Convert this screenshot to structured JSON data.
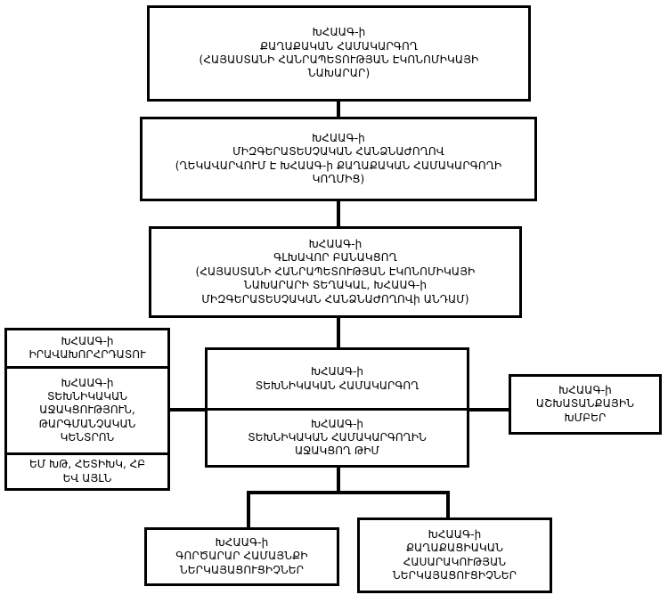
{
  "diagram": {
    "title": "ԽՀԱԱԳ կառուցվածքային սխեմա",
    "acronym": "ԽՀԱԱԳ",
    "orientation": "top-down",
    "line_color": "#000000",
    "box_border_color": "#000000",
    "box_fill_color": "#ffffff",
    "text_color": "#000000"
  },
  "nodes": {
    "political_leader": {
      "id": "political-leader",
      "text": "ԽՀԱԱԳ-ի\nՔԱՂԱՔԱԿԱՆ ՀԱՄԱԿԱՐԳՈՂ\n(ՀԱՅԱՍՏԱՆԻ ՀԱՆՐԱՊԵՏՈՒԹՅԱՆ ԷԿՈՆՈՄԻԿԱՅԻ\nՆԱԽԱՐԱՐ)"
    },
    "interagency_council": {
      "id": "interagency-council",
      "text": "ԽՀԱԱԳ-ի\nՄԻԶԳԵՐԱՏԵՍՉԱԿԱՆ ՀԱՆՁՆԱԺՈՂՈՎ\n(ՂԵԿԱՎԱՐՎՈՒՄ Է ԽՀԱԱԳ-ի ՔԱՂԱՔԱԿԱՆ ՀԱՄԱԿԱՐԳՈՂԻ\nԿՈՂՄԻՑ)"
    },
    "chief_negotiator": {
      "id": "chief-negotiator",
      "text": "ԽՀԱԱԳ-ի\nԳԼԽԱՎՈՐ ԲԱՆԱԿՑՈՂ\n(ՀԱՅԱՍՏԱՆԻ ՀԱՆՐԱՊԵՏՈՒԹՅԱՆ ԷԿՈՆՈՄԻԿԱՅԻ\nՆԱԽԱՐԱՐԻ ՏԵՂԱԿԱԼ, ԽՀԱԱԳ-ի\nՄԻԶԳԵՐԱՏԵՍՉԱԿԱՆ ՀԱՆՁՆԱԺՈՂՈՎի ԱՆԴԱՄ)"
    },
    "technical_coordinator": {
      "id": "technical-coordinator",
      "text": "ԽՀԱԱԳ-ի\nՏԵԽՆԻԿԱԿԱՆ ՀԱՄԱԿԱՐԳՈՂ"
    },
    "support_team": {
      "id": "support-team",
      "text": "ԽՀԱԱԳ-ի\nՏԵԽՆԻԿԱԿԱՆ ՀԱՄԱԿԱՐԳՈՂԻՆ\nԱՋԱԿՑՈՂ ԹԻՄ"
    },
    "legal_advisor": {
      "id": "legal-advisor",
      "text": "ԽՀԱԱԳ-ի\nԻՐԱՎԱԽՈՐՀՐԴԱՏՈՒ"
    },
    "technical_assistance_center": {
      "id": "technical-assistance-center",
      "text": "ԽՀԱԱԳ-ի\nՏԵԽՆԻԿԱԿԱՆ\nԱՋԱԿՑՈՒԹՅՈՒՆ,\nԹԱՐԳՄԱՆՉԱԿԱՆ\nԿԵՆՏՐՈՆ"
    },
    "donors": {
      "id": "donors",
      "text": "ԵՄ ԽԹ, ՀԵՏԻԽԿ, ՀԲ\nԵՎ ԱՅԼՆ"
    },
    "working_groups": {
      "id": "working-groups",
      "text": "ԽՀԱԱԳ-ի\nԱՇԽԱՏԱՆՔԱՅԻՆ\nԽՄԲԵՐ"
    },
    "business_community": {
      "id": "business-community",
      "text": "ԽՀԱԱԳ-ի\nԳՈՐԾԱՐԱՐ ՀԱՄԱՅՆՔԻ\nՆԵՐԿԱՅԱՑՈՒՑԻՉՆԵՐ"
    },
    "civil_society": {
      "id": "civil-society",
      "text": "ԽՀԱԱԳ-ի\nՔԱՂԱՔԱՑԻԱԿԱՆ\nՀԱՍԱՐԱԿՈՒԹՅԱՆ\nՆԵՐԿԱՅԱՑՈՒՑԻՉՆԵՐ"
    }
  }
}
